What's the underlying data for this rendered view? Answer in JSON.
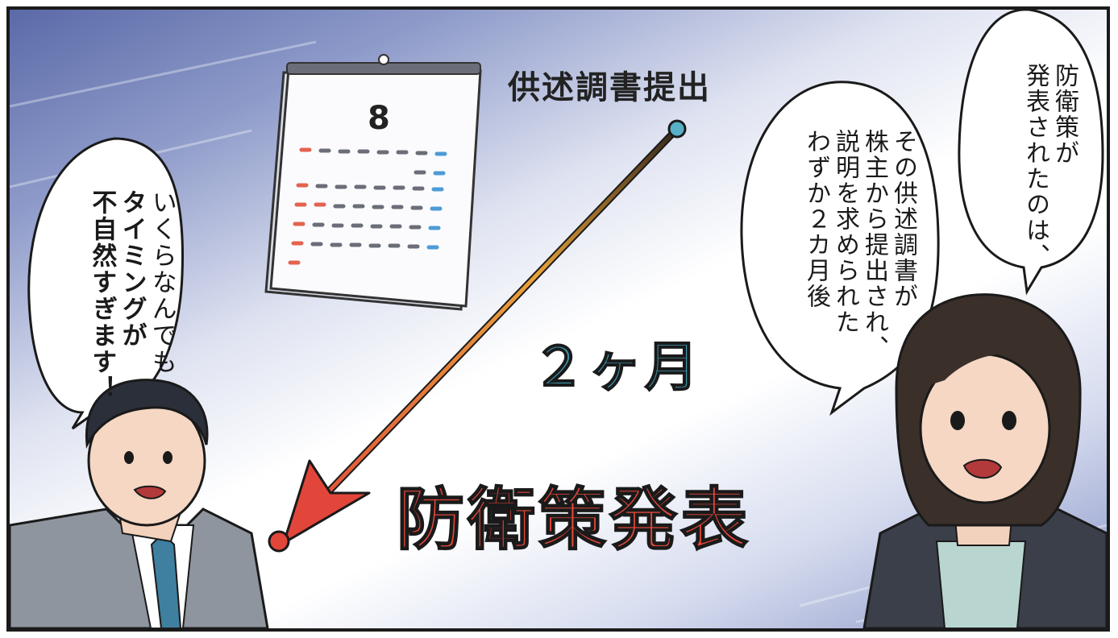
{
  "calendar": {
    "month": "8"
  },
  "timeline": {
    "start_label": "供述調書提出",
    "duration_label": "２ヶ月",
    "end_label": "防衛策発表"
  },
  "man_speech": {
    "lines": [
      "いくらなんでも",
      "タイミングが",
      "不自然すぎます！"
    ]
  },
  "woman_speech_right": {
    "lines": [
      "防衛策が",
      "発表されたのは、"
    ]
  },
  "woman_speech_left": {
    "lines": [
      "その供述調書が",
      "株主から提出され、",
      "説明を求められた",
      "わずか２カ月後"
    ]
  },
  "colors": {
    "arrow_start": "#e8a23a",
    "arrow_end": "#e2463a",
    "accent_teal": "#3f97ad",
    "calendar_red": "#e3634f",
    "calendar_blue": "#4d9bd6"
  }
}
